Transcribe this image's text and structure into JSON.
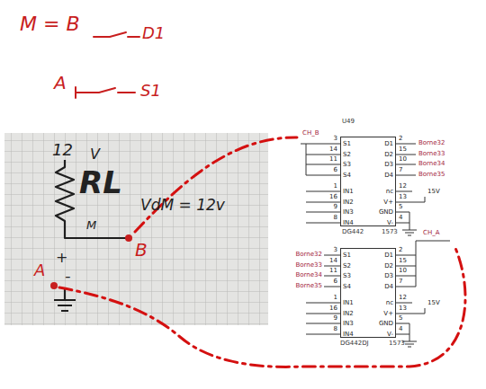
{
  "diagram": {
    "nodes": [
      {
        "text": [
          "S1",
          "S2",
          "S3",
          "S4",
          "D1",
          "D2",
          "D3",
          "D4",
          "IN1",
          "IN2",
          "IN3",
          "IN4",
          "nc",
          "V+",
          "GND",
          "V-"
        ]
      },
      {
        "text": [
          "S1",
          "S2",
          "S3",
          "S4",
          "D1",
          "D2",
          "D3",
          "D4",
          "IN1",
          "IN2",
          "IN3",
          "IN4",
          "nc",
          "V+",
          "GND",
          "V-"
        ]
      }
    ],
    "labels": [
      "M = B",
      "D1",
      "A",
      "S1",
      "12",
      "V",
      "RL",
      "M",
      "VdM = 12v",
      "B",
      "+",
      "A",
      "-",
      "U49",
      "CH_B",
      "3",
      "14",
      "11",
      "6",
      "1",
      "16",
      "9",
      "8",
      "2",
      "15",
      "10",
      "7",
      "12",
      "13",
      "5",
      "4",
      "Borne32",
      "Borne33",
      "Borne34",
      "Borne35",
      "15V",
      "DG442",
      "1573",
      "CH_A",
      "Borne32",
      "Borne33",
      "Borne34",
      "Borne35",
      "3",
      "14",
      "11",
      "6",
      "1",
      "16",
      "9",
      "8",
      "2",
      "15",
      "10",
      "7",
      "12",
      "13",
      "5",
      "4",
      "15V",
      "DG442DJ",
      "1573"
    ]
  }
}
